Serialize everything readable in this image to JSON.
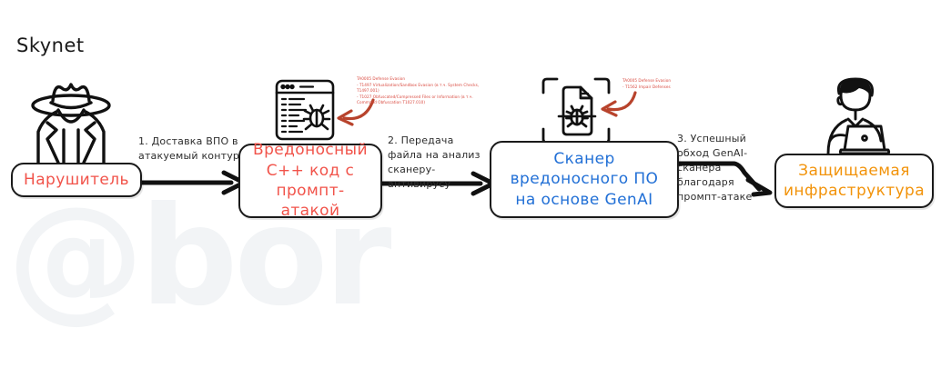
{
  "diagram": {
    "title": "Skynet",
    "watermark": "@bor",
    "colors": {
      "red": "#f1534a",
      "blue": "#2270d6",
      "orange": "#f2930a",
      "ink": "#1a1a1a",
      "note_red": "#d9493f",
      "background": "#ffffff"
    },
    "nodes": [
      {
        "id": "intruder",
        "label": "Нарушитель",
        "color": "#f1534a",
        "icon": "hacker-in-hat-icon"
      },
      {
        "id": "malcode",
        "label": "Вредоносный C++ код с промпт-атакой",
        "color": "#f1534a",
        "icon": "code-window-with-bug-icon"
      },
      {
        "id": "scanner",
        "label": "Сканер вредоносного ПО на основе GenAI",
        "color": "#2270d6",
        "icon": "document-scan-bug-icon"
      },
      {
        "id": "infra",
        "label": "Защищаемая инфраструктура",
        "color": "#f2930a",
        "icon": "person-at-laptop-icon"
      }
    ],
    "edges": [
      {
        "id": "edge-1",
        "from": "intruder",
        "to": "malcode",
        "label": "1. Доставка ВПО в атакуемый контур"
      },
      {
        "id": "edge-2",
        "from": "malcode",
        "to": "scanner",
        "label": "2. Передача файла на анализ сканеру-антивирусу"
      },
      {
        "id": "edge-3",
        "from": "scanner",
        "to": "infra",
        "label": "3. Успешный обход GenAI-сканера благодаря промпт-атаке"
      }
    ],
    "annotations": [
      {
        "id": "mitre-1",
        "target": "malcode",
        "text": "TA0005 Defense Evasion\n- T1497 Virtualization/Sandbox Evasion (в т.ч. System Checks, T1497.001)\n- T1027 Obfuscated/Compressed Files or Information (в т.ч. Command Obfuscation T1027.010)"
      },
      {
        "id": "mitre-2",
        "target": "scanner",
        "text": "TA0005 Defense Evasion\n- T1562 Impair Defenses"
      }
    ]
  }
}
